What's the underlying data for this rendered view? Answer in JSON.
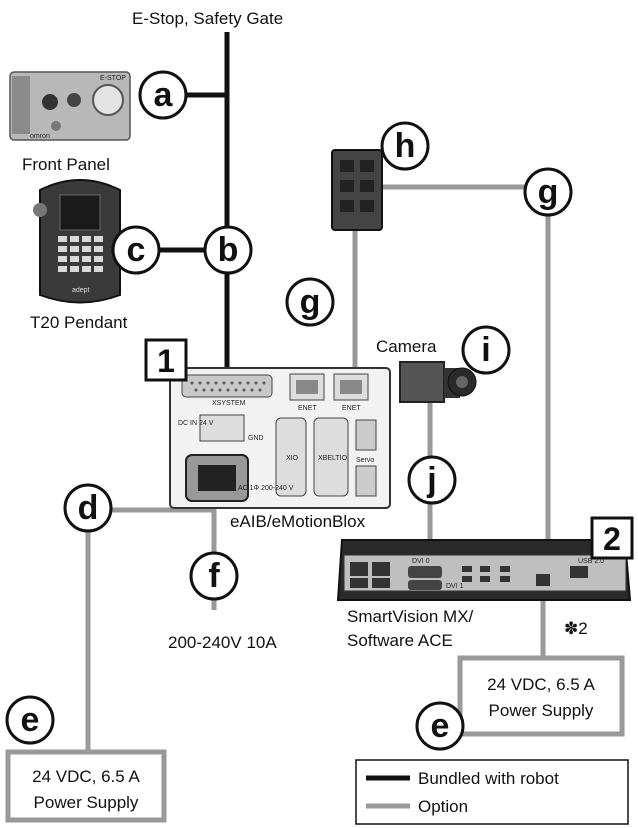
{
  "labels": {
    "estop": "E-Stop, Safety Gate",
    "front_panel": "Front Panel",
    "t20": "T20 Pendant",
    "camera": "Camera",
    "eaib": "eAIB/eMotionBlox",
    "power_input": "200-240V 10A",
    "smartvision_line1": "SmartVision MX/",
    "smartvision_line2": "Software ACE",
    "note": "✽2",
    "psu_right_line1": "24 VDC, 6.5 A",
    "psu_right_line2": "Power Supply",
    "psu_left_line1": "24 VDC, 6.5 A",
    "psu_left_line2": "Power Supply"
  },
  "callouts": {
    "a": "a",
    "b": "b",
    "c": "c",
    "d": "d",
    "e_left": "e",
    "e_right": "e",
    "f": "f",
    "g_top": "g",
    "g_mid": "g",
    "h": "h",
    "i": "i",
    "j": "j"
  },
  "numbers": {
    "n1": "1",
    "n2": "2"
  },
  "device_text": {
    "front_brand": "omron",
    "front_estop": "E-STOP",
    "pendant_brand": "adept",
    "xsystem": "XSYSTEM",
    "enet1": "ENET",
    "enet2": "ENET",
    "xio": "XIO",
    "xbelt": "XBELTIO",
    "servo": "Servo",
    "dcin": "DC IN 24 V",
    "gnd": "GND",
    "ac": "AC 1Φ 200-240 V",
    "pc_dvi0": "DVI 0",
    "pc_dvi1": "DVI 1",
    "pc_usb": "USB 2.0"
  },
  "legend": {
    "bundled": "Bundled with robot",
    "option": "Option"
  },
  "colors": {
    "bundled_line": "#111111",
    "option_line": "#999999",
    "box_border": "#999999"
  }
}
